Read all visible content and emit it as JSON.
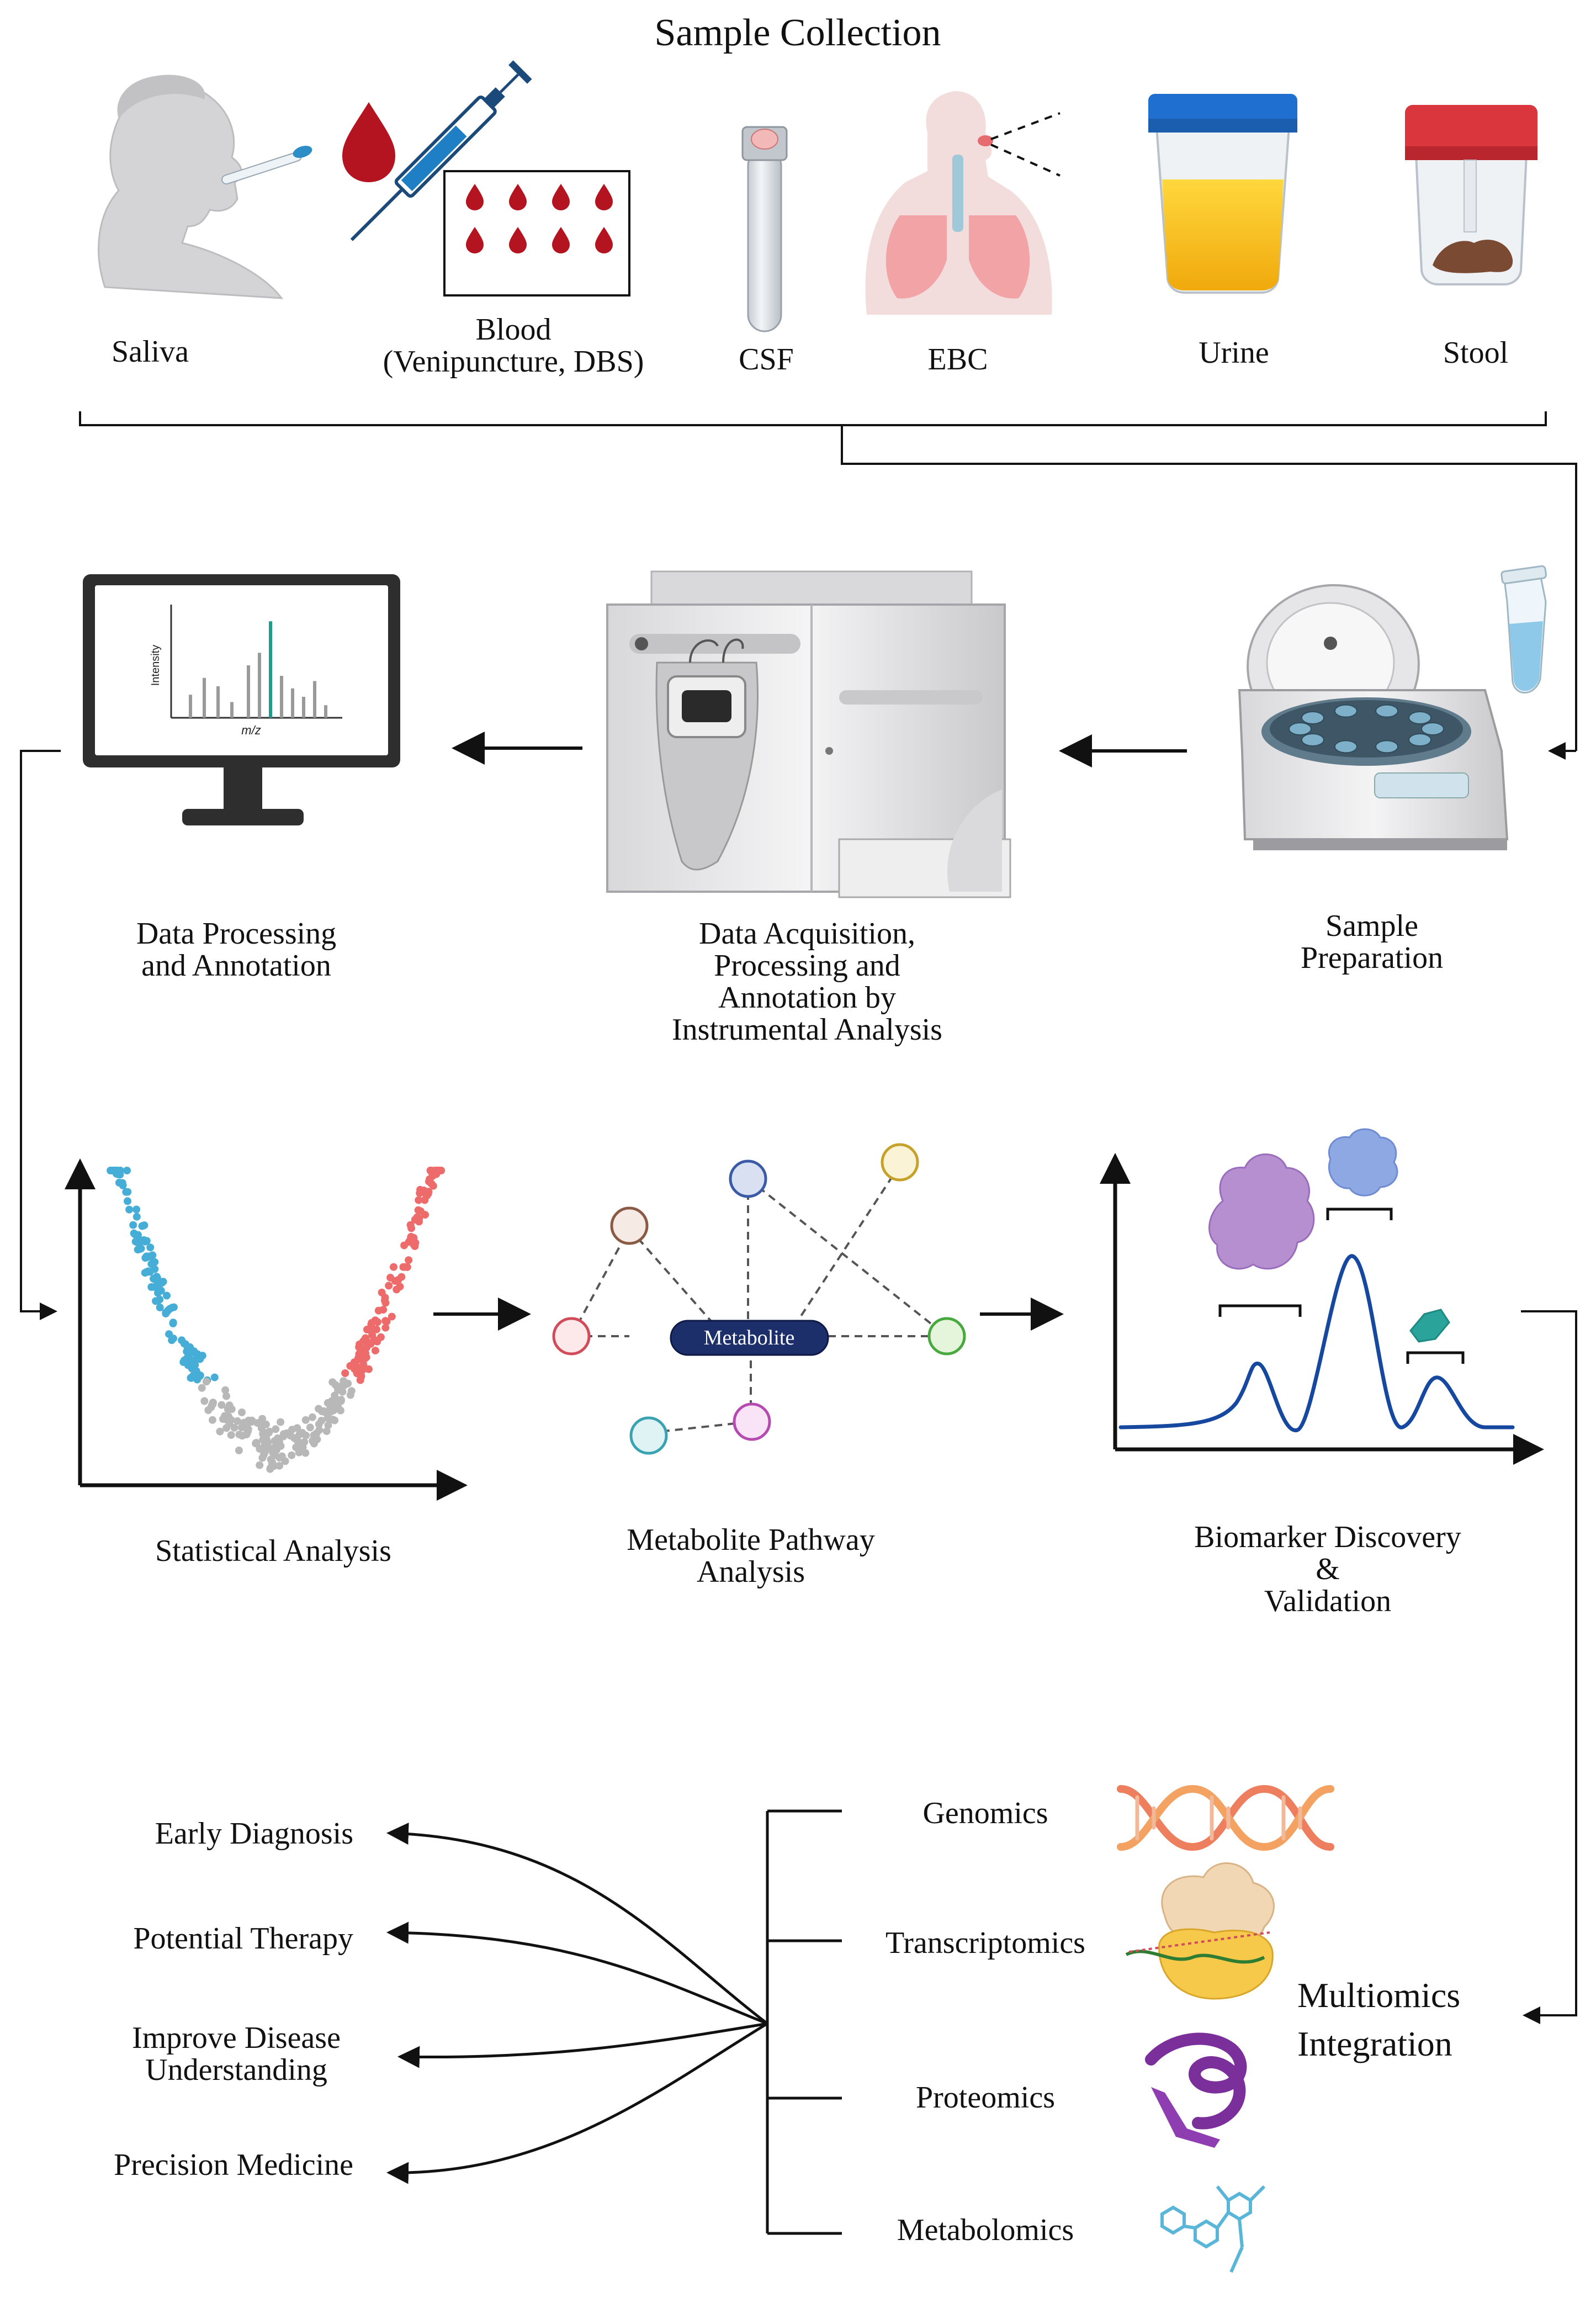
{
  "title": "Sample Collection",
  "samples": {
    "saliva": "Saliva",
    "blood": "Blood\n(Venipuncture, DBS)",
    "csf": "CSF",
    "ebc": "EBC",
    "urine": "Urine",
    "stool": "Stool"
  },
  "workflow": {
    "sample_prep": "Sample Preparation",
    "acquisition": "Data Acquisition,\nProcessing and\nAnnotation by\nInstrumental Analysis",
    "processing": "Data Processing\nand Annotation",
    "statistical": "Statistical Analysis",
    "pathway": "Metabolite Pathway\nAnalysis",
    "biomarker": "Biomarker Discovery &\nValidation"
  },
  "spectrum_axes": {
    "y": "Intensity",
    "x": "m/z"
  },
  "metabolite_node": "Metabolite",
  "omics": [
    "Genomics",
    "Transcriptomics",
    "Proteomics",
    "Metabolomics"
  ],
  "multiomics": "Multiomics\nIntegration",
  "outcomes": [
    "Early Diagnosis",
    "Potential Therapy",
    "Improve Disease\nUnderstanding",
    "Precision Medicine"
  ],
  "colors": {
    "blood_red": "#b3141f",
    "syringe_blue": "#1e7fc4",
    "urine_yellow": "#f6c21a",
    "cap_blue": "#1f6fd0",
    "cap_red": "#d9363e",
    "stool_brown": "#7a4a33",
    "volcano_up": "#ee6b6b",
    "volcano_down": "#46aed6",
    "volcano_ns": "#b8b8b8",
    "metabolite_node": "#1c2f6b",
    "chromatogram": "#1648a0",
    "dna": "#ee7f5e",
    "protein": "#7a2f9a",
    "molecule": "#5ab6d9"
  },
  "icons": [
    "child-saliva-swab-icon",
    "blood-drop-icon",
    "syringe-icon",
    "dried-blood-spot-card-icon",
    "csf-tube-icon",
    "lungs-ebc-icon",
    "urine-cup-icon",
    "stool-container-icon",
    "centrifuge-icon",
    "eppendorf-tube-icon",
    "mass-spectrometer-icon",
    "monitor-spectrum-icon",
    "volcano-plot-icon",
    "pathway-network-icon",
    "chromatogram-icon",
    "dna-helix-icon",
    "ribosome-icon",
    "protein-ribbon-icon",
    "molecule-icon"
  ]
}
